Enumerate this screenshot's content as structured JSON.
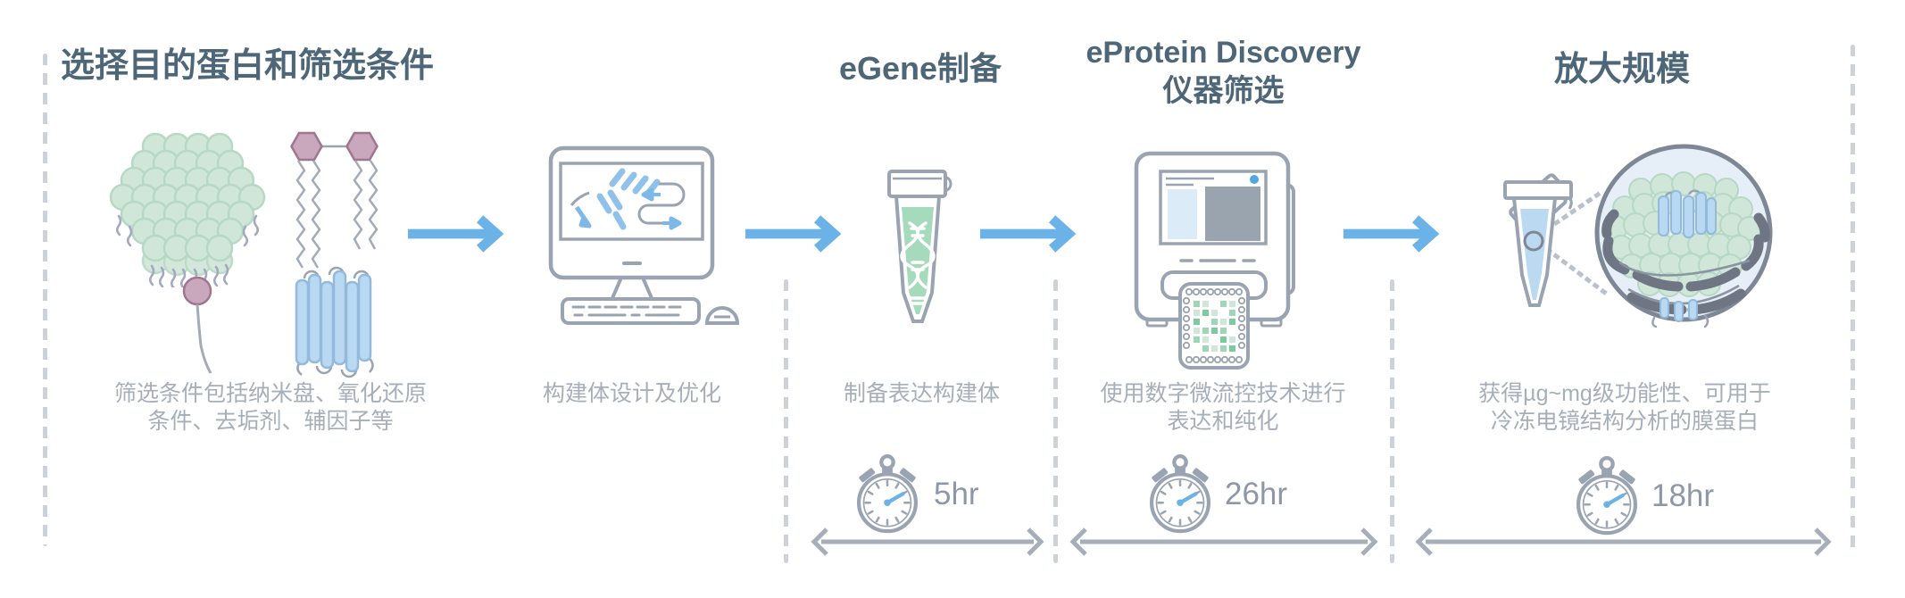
{
  "flow": {
    "steps": [
      {
        "id": "select-protein",
        "title": "选择目的蛋白和筛选条件",
        "caption": [
          "筛选条件包括纳米盘、氧化还原",
          "条件、去垢剂、辅因子等"
        ],
        "icons": [
          "nanodisc-icon",
          "detergent-micelle-icon",
          "lipid-icon",
          "membrane-protein-icon"
        ]
      },
      {
        "id": "construct-design",
        "caption": [
          "构建体设计及优化"
        ],
        "icons": [
          "computer-icon"
        ]
      },
      {
        "id": "egene-prep",
        "title": "eGene制备",
        "caption": [
          "制备表达构建体"
        ],
        "timer": "5hr",
        "icons": [
          "tube-dna-icon",
          "stopwatch-icon"
        ]
      },
      {
        "id": "eprotein-screen",
        "title": "eProtein Discovery",
        "title_line2": "仪器筛选",
        "caption": [
          "使用数字微流控技术进行",
          "表达和纯化"
        ],
        "timer": "26hr",
        "icons": [
          "instrument-icon",
          "stopwatch-icon"
        ]
      },
      {
        "id": "scale-up",
        "title": "放大规模",
        "caption": [
          "获得µg~mg级功能性、可用于",
          "冷冻电镜结构分析的膜蛋白"
        ],
        "timer": "18hr",
        "icons": [
          "open-tube-icon",
          "nanodisc-magnified-icon",
          "stopwatch-icon"
        ]
      }
    ]
  },
  "colors": {
    "accent_blue": "#6ab2e8",
    "title_text": "#4e6778",
    "caption_text": "#a6aeba",
    "timer_text": "#8d97a7",
    "icon_gray": "#9aa3b2",
    "belt_gray": "#6e7683",
    "divider_gray": "#cdd2d9",
    "span_arrow_gray": "#a7aeb9",
    "green_fill": "#cfe6d8",
    "green_stroke": "#b7d8c5",
    "tube_green": "#a5dabd",
    "blue_fill": "#b9d8f2",
    "blue_stroke": "#93b9dc",
    "mauve_fill": "#c9a8bd",
    "mauve_stroke": "#a0758f",
    "screen_panel_blue": "#dcebf8",
    "screen_panel_gray": "#9aa4ae",
    "status_dot_blue": "#4fa8e0"
  }
}
